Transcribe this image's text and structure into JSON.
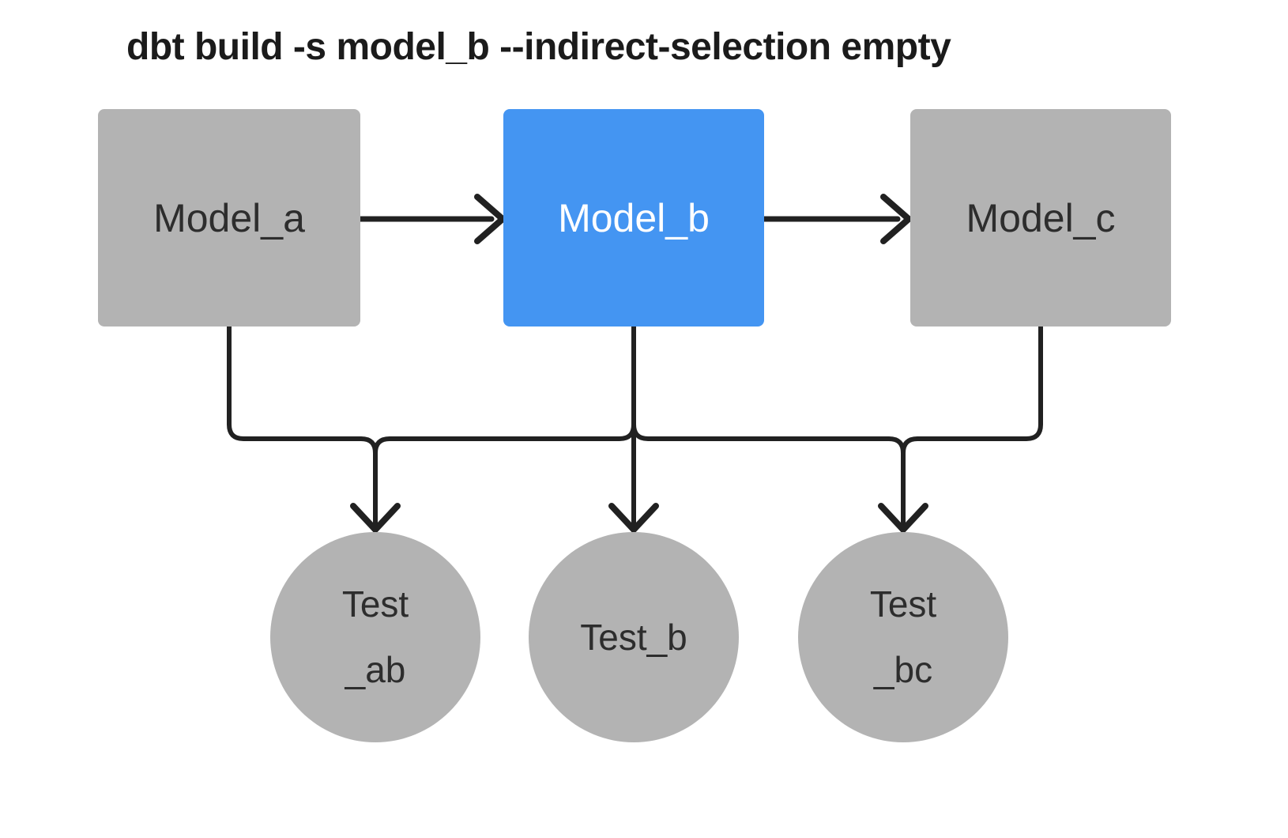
{
  "title": "dbt build -s model_b --indirect-selection empty",
  "nodes": {
    "models": [
      {
        "id": "model_a",
        "label": "Model_a",
        "selected": false
      },
      {
        "id": "model_b",
        "label": "Model_b",
        "selected": true
      },
      {
        "id": "model_c",
        "label": "Model_c",
        "selected": false
      }
    ],
    "tests": [
      {
        "id": "test_ab",
        "label_line1": "Test",
        "label_line2": "_ab"
      },
      {
        "id": "test_b",
        "label_line1": "Test_b",
        "label_line2": ""
      },
      {
        "id": "test_bc",
        "label_line1": "Test",
        "label_line2": "_bc"
      }
    ]
  },
  "edges": [
    {
      "from": "model_a",
      "to": "model_b"
    },
    {
      "from": "model_b",
      "to": "model_c"
    },
    {
      "from": "model_a",
      "to": "test_ab"
    },
    {
      "from": "model_b",
      "to": "test_ab"
    },
    {
      "from": "model_b",
      "to": "test_b"
    },
    {
      "from": "model_b",
      "to": "test_bc"
    },
    {
      "from": "model_c",
      "to": "test_bc"
    }
  ],
  "colors": {
    "node_gray": "#b3b3b3",
    "node_selected_blue": "#4495f2",
    "line": "#212121",
    "node_text": "#2d2d2d",
    "selected_text": "#ffffff",
    "title": "#1b1b1b",
    "background": "#ffffff"
  }
}
